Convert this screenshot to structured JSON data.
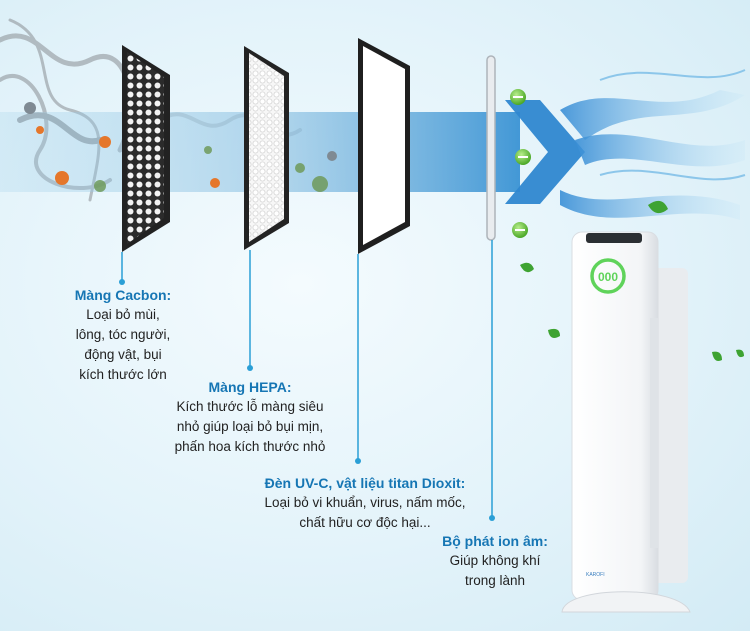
{
  "labels": {
    "carbon": {
      "title": "Màng Cacbon:",
      "desc": "Loại bỏ mùi,\nlông, tóc người,\nđộng vật, bụi\nkích thước lớn"
    },
    "hepa": {
      "title": "Màng HEPA:",
      "desc": "Kích thước lỗ màng siêu\nnhỏ giúp loại bỏ bụi mịn,\nphấn hoa kích thước nhỏ"
    },
    "uvc": {
      "title": "Đèn UV-C, vật liệu titan Dioxit:",
      "desc": "Loại bỏ vi khuẩn, virus, nấm mốc,\nchất hữu cơ độc hại..."
    },
    "ion": {
      "title": "Bộ phát ion âm:",
      "desc": "Giúp không khí\ntrong lành"
    }
  },
  "device": {
    "display_value": "000",
    "brand": "KAROFI"
  },
  "colors": {
    "accent": "#1676b4",
    "leader": "#2a9fd6",
    "ion_green": "#6ecb3e",
    "device_ring": "#5fd35a",
    "flow": "#6fb2da"
  }
}
